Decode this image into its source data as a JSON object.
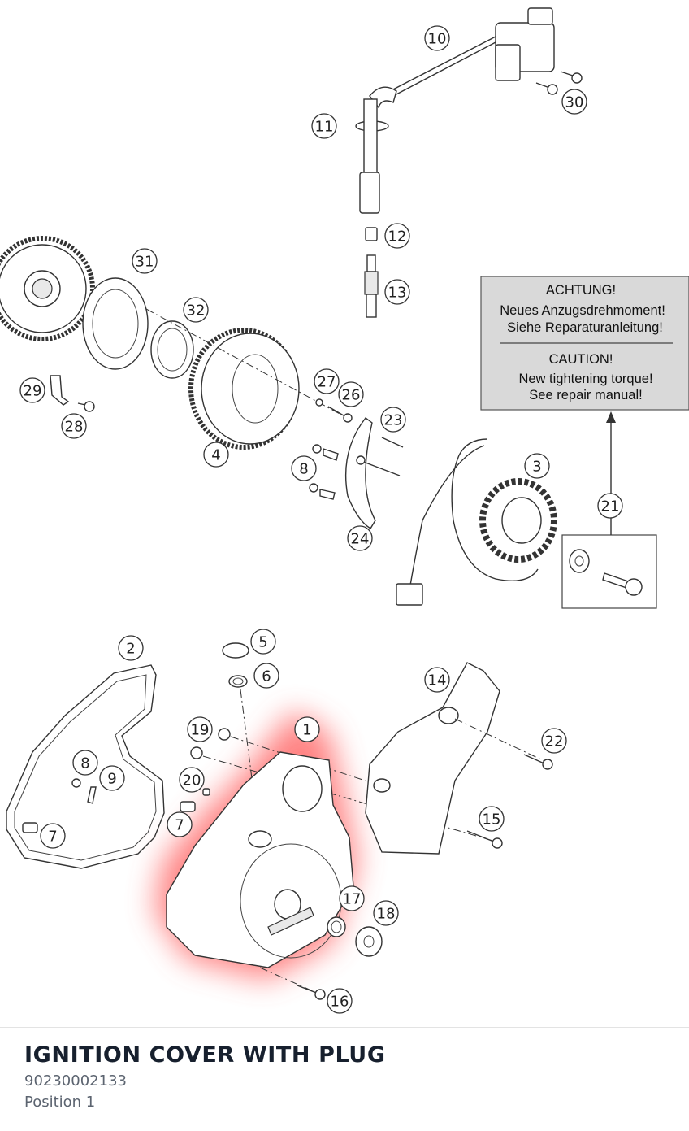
{
  "diagram": {
    "callouts": [
      "1",
      "2",
      "3",
      "4",
      "5",
      "6",
      "7",
      "7",
      "8",
      "8",
      "9",
      "10",
      "11",
      "12",
      "13",
      "14",
      "15",
      "16",
      "17",
      "18",
      "19",
      "20",
      "21",
      "22",
      "23",
      "24",
      "26",
      "27",
      "28",
      "29",
      "30",
      "31",
      "32"
    ],
    "caution_box": {
      "german_title": "ACHTUNG!",
      "german_line1": "Neues Anzugsdrehmoment!",
      "german_line2": "Siehe Reparaturanleitung!",
      "english_title": "CAUTION!",
      "english_line1": "New tightening torque!",
      "english_line2": "See repair manual!"
    },
    "highlight_color": "#ff5050"
  },
  "footer": {
    "title": "IGNITION COVER WITH PLUG",
    "part_number": "90230002133",
    "position": "Position 1"
  }
}
